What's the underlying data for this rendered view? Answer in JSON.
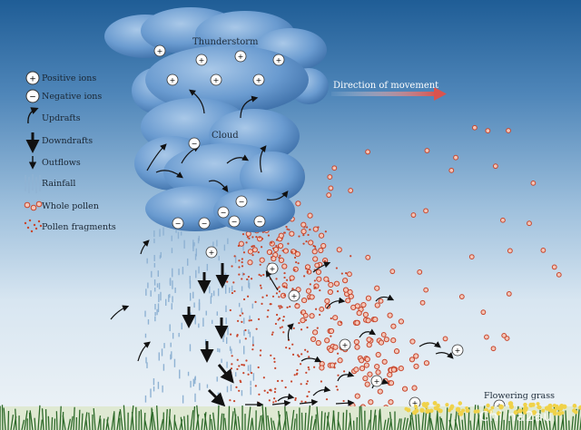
{
  "diagram_title": "Thunderstorm",
  "cloud_label": "Cloud",
  "direction_label": "Direction of movement",
  "ground_label": "Flowering grass",
  "watermark": "Chi na2au",
  "legend": [
    {
      "label": "Positive ions",
      "icon": "positive-ion-icon"
    },
    {
      "label": "Negative ions",
      "icon": "negative-ion-icon"
    },
    {
      "label": "Updrafts",
      "icon": "updraft-arrow-icon"
    },
    {
      "label": "Downdrafts",
      "icon": "downdraft-arrow-icon"
    },
    {
      "label": "Outflows",
      "icon": "outflow-arrow-icon"
    },
    {
      "label": "Rainfall",
      "icon": "rainfall-icon"
    },
    {
      "label": "Whole pollen",
      "icon": "whole-pollen-icon"
    },
    {
      "label": "Pollen fragments",
      "icon": "pollen-fragments-icon"
    }
  ],
  "colors": {
    "sky_top": "#1f5d96",
    "sky_bottom": "#eef3f7",
    "cloud": "#5b8fc6",
    "pollen": "#c8462c",
    "rain": "#8fb2d3",
    "grass": "#2e6a2a",
    "flowers": "#f0d24a",
    "direction_arrow": "#d9534f"
  }
}
